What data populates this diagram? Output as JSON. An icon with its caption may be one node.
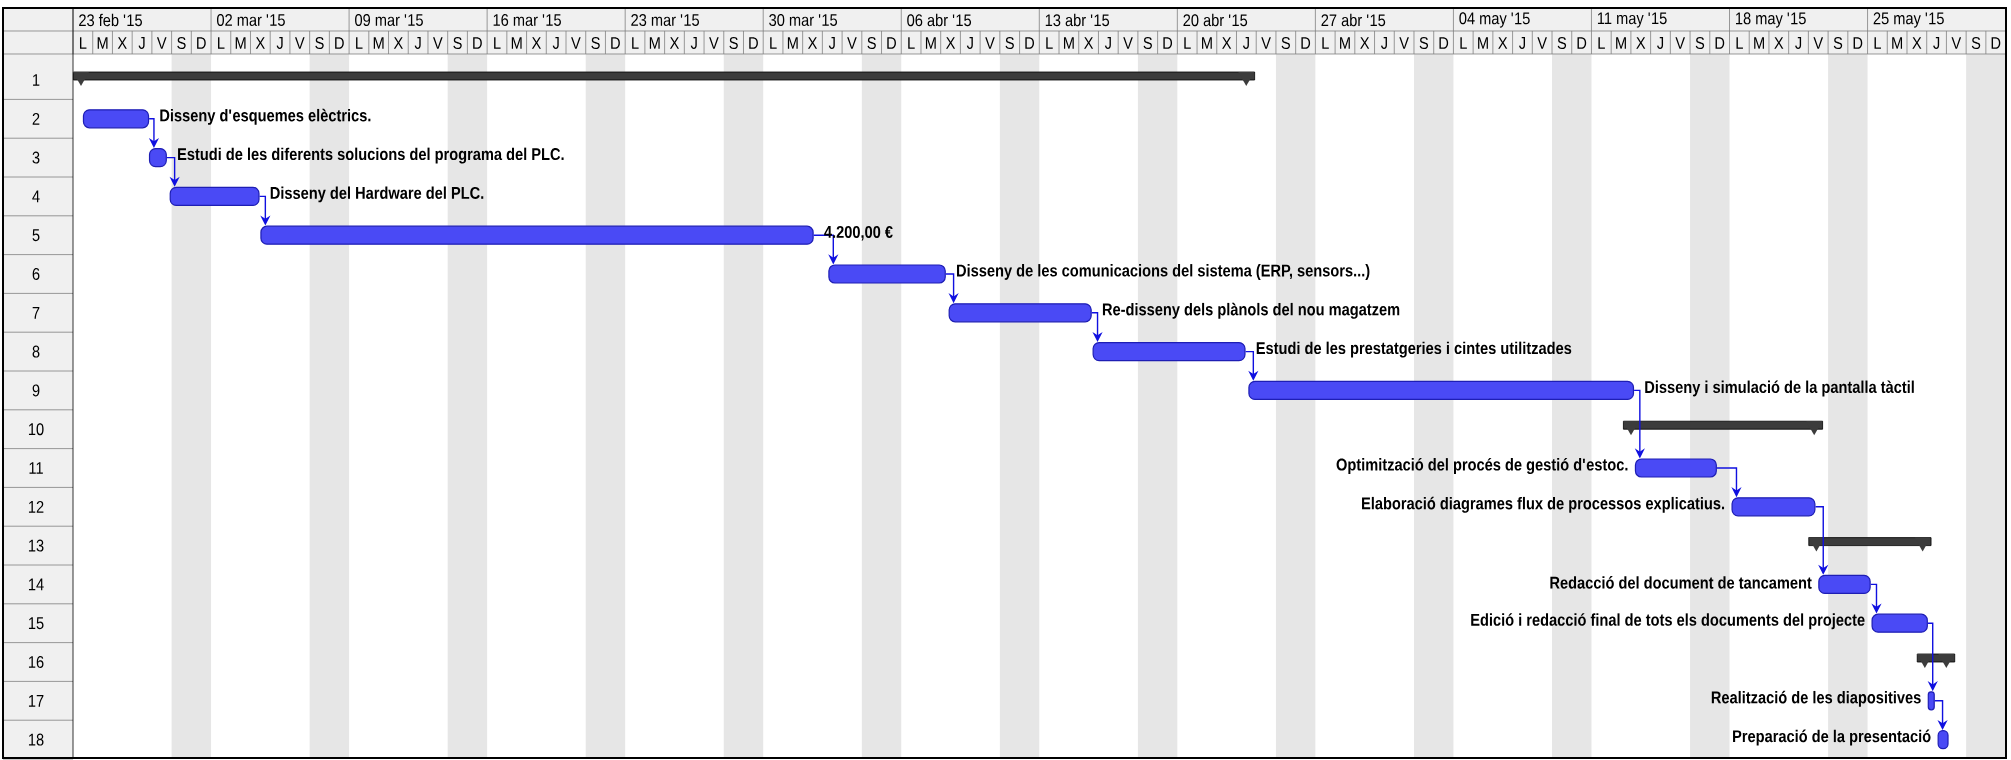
{
  "diagram": {
    "nodes": [
      {
        "text": [],
        "shape": "bar"
      },
      {
        "text": [],
        "shape": "bar",
        "beside": [
          "Disseny d'esquemes elèctrics."
        ]
      },
      {
        "text": [],
        "shape": "bar",
        "beside": [
          "Estudi de les diferents solucions del programa del PLC."
        ]
      },
      {
        "text": [],
        "shape": "bar",
        "beside": [
          "Disseny del Hardware del PLC."
        ]
      },
      {
        "text": [],
        "shape": "bar",
        "beside": [
          "4.200,00 €"
        ]
      },
      {
        "text": [],
        "shape": "bar",
        "beside": [
          "Disseny de les comunicacions del sistema (ERP, sensors...)"
        ]
      },
      {
        "text": [],
        "shape": "bar",
        "beside": [
          "Re-disseny dels plànols del nou magatzem"
        ]
      },
      {
        "text": [],
        "shape": "bar",
        "beside": [
          "Estudi de les prestatgeries i cintes utilitzades"
        ]
      },
      {
        "text": [],
        "shape": "bar",
        "beside": [
          "Disseny i simulació de la pantalla tàctil"
        ]
      },
      {
        "text": [],
        "shape": "bar"
      },
      {
        "text": [],
        "shape": "bar",
        "beside": [
          "Optimització del procés de gestió d'estoc."
        ]
      },
      {
        "text": [],
        "shape": "bar",
        "beside": [
          "Elaboració diagrames flux de processos explicatius."
        ]
      },
      {
        "text": [],
        "shape": "bar"
      },
      {
        "text": [],
        "shape": "bar",
        "beside": [
          "Redacció del document de tancament"
        ]
      },
      {
        "text": [],
        "shape": "bar",
        "beside": [
          "Edició i redacció final de tots els documents del projecte"
        ]
      },
      {
        "text": [],
        "shape": "bar"
      },
      {
        "text": [],
        "shape": "bar",
        "beside": [
          "Realització de les diapositives"
        ]
      },
      {
        "text": [],
        "shape": "bar",
        "beside": [
          "Preparació de la presentació"
        ]
      }
    ],
    "edges": [
      {
        "from": 1,
        "to": 2,
        "arrow": "to"
      },
      {
        "from": 2,
        "to": 3,
        "arrow": "to"
      },
      {
        "from": 3,
        "to": 4,
        "arrow": "to"
      },
      {
        "from": 4,
        "to": 5,
        "arrow": "to"
      },
      {
        "from": 5,
        "to": 6,
        "arrow": "to"
      },
      {
        "from": 6,
        "to": 7,
        "arrow": "to"
      },
      {
        "from": 7,
        "to": 8,
        "arrow": "to"
      },
      {
        "from": 8,
        "to": 10,
        "arrow": "to"
      },
      {
        "from": 10,
        "to": 11,
        "arrow": "to"
      },
      {
        "from": 11,
        "to": 13,
        "arrow": "to"
      },
      {
        "from": 13,
        "to": 14,
        "arrow": "to"
      },
      {
        "from": 14,
        "to": 16,
        "arrow": "to"
      },
      {
        "from": 16,
        "to": 17,
        "arrow": "to"
      }
    ],
    "labels": [
      "23 feb '15",
      "02 mar '15",
      "09 mar '15",
      "16 mar '15",
      "23 mar '15",
      "30 mar '15",
      "06 abr '15",
      "13 abr '15",
      "20 abr '15",
      "27 abr '15",
      "04 may '15",
      "11 may '15",
      "18 may '15",
      "25 may '15",
      "L",
      "M",
      "X",
      "J",
      "V",
      "S",
      "D",
      "L",
      "M",
      "X",
      "J",
      "V",
      "S",
      "D",
      "L",
      "M",
      "X",
      "J",
      "V",
      "S",
      "D",
      "L",
      "M",
      "X",
      "J",
      "V",
      "S",
      "D",
      "L",
      "M",
      "X",
      "J",
      "V",
      "S",
      "D",
      "L",
      "M",
      "X",
      "J",
      "V",
      "S",
      "D",
      "L",
      "M",
      "X",
      "J",
      "V",
      "S",
      "D",
      "L",
      "M",
      "X",
      "J",
      "V",
      "S",
      "D",
      "L",
      "M",
      "X",
      "J",
      "V",
      "S",
      "D",
      "L",
      "M",
      "X",
      "J",
      "V",
      "S",
      "D",
      "L",
      "M",
      "X",
      "J",
      "V",
      "S",
      "D",
      "L",
      "M",
      "X",
      "J",
      "V",
      "S",
      "D",
      "L",
      "M",
      "X",
      "J",
      "V",
      "S",
      "D",
      "L",
      "M",
      "X",
      "J",
      "V",
      "S",
      "D",
      "1",
      "2",
      "3",
      "4",
      "5",
      "6",
      "7",
      "8",
      "9",
      "10",
      "11",
      "12",
      "13",
      "14",
      "15",
      "16",
      "17",
      "18"
    ]
  }
}
